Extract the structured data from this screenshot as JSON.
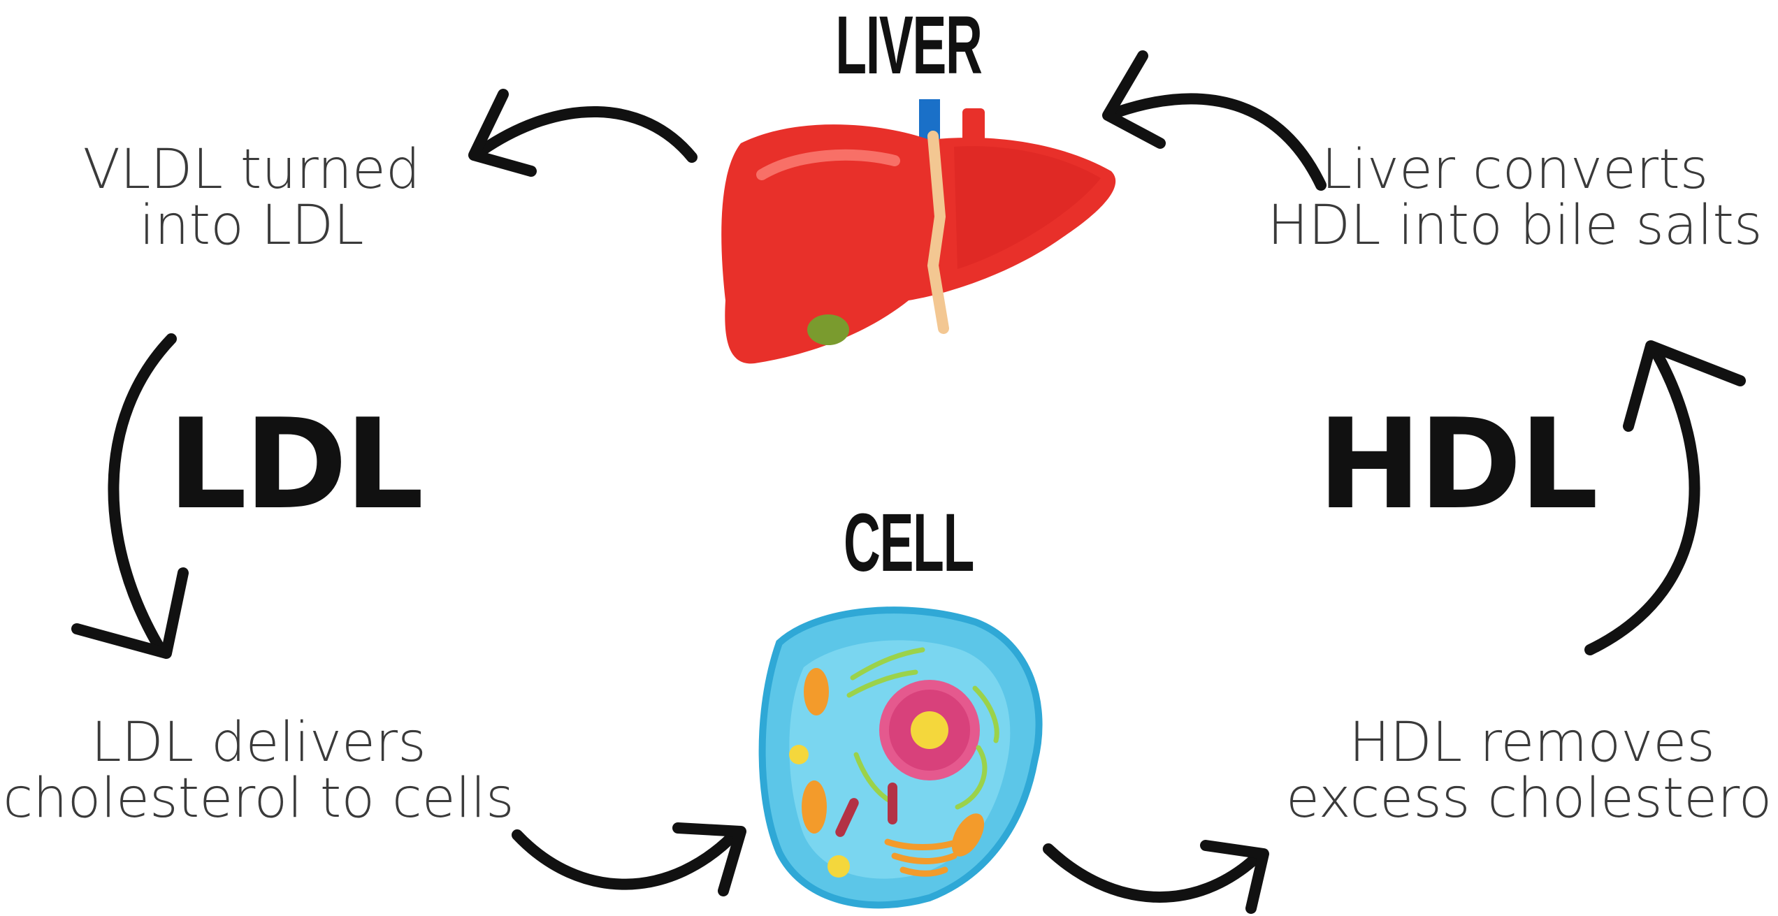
{
  "diagram": {
    "liver_title": "LIVER",
    "cell_title": "CELL",
    "ldl_label": "LDL",
    "hdl_label": "HDL",
    "captions": {
      "vldl": [
        "VLDL turned",
        "into LDL"
      ],
      "liver_converts": [
        "Liver converts",
        "HDL into bile salts"
      ],
      "ldl_delivers": [
        "LDL delivers",
        "cholesterol to cells"
      ],
      "hdl_removes": [
        "HDL removes",
        "excess cholesterol"
      ]
    },
    "icons": {
      "liver": "liver-illustration",
      "cell": "animal-cell-illustration",
      "arrow": "curved-arrow"
    },
    "colors": {
      "liver_red": "#e8302a",
      "cell_blue": "#5cc6e8",
      "text_dark": "#111111",
      "text_caption": "#3a3a3a"
    }
  }
}
